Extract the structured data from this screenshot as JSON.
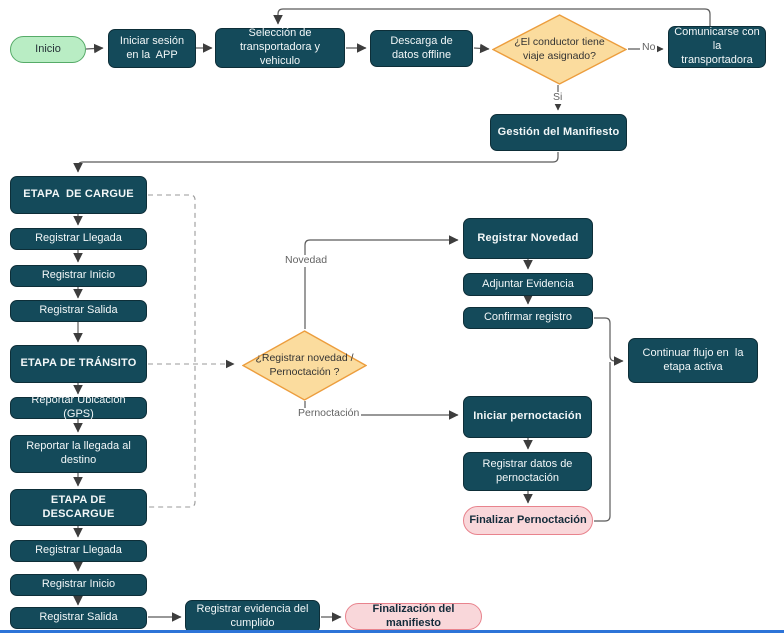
{
  "nodes": {
    "inicio": {
      "label": "Inicio",
      "type": "start"
    },
    "iniciar_sesion": {
      "label": "Iniciar sesión en la  APP",
      "type": "process"
    },
    "seleccion": {
      "label": "Selección de transportadora y vehiculo",
      "type": "process"
    },
    "descarga": {
      "label": "Descarga de datos offline",
      "type": "process"
    },
    "diamond_viaje": {
      "label": "¿El conductor tiene viaje asignado?",
      "type": "decision"
    },
    "comunicarse": {
      "label": "Comunicarse con la  transportadora",
      "type": "process"
    },
    "gestion": {
      "label": "Gestión del Manifiesto",
      "type": "stage"
    },
    "etapa_cargue": {
      "label": "ETAPA  DE CARGUE",
      "type": "stage"
    },
    "reg_llegada_1": {
      "label": "Registrar Llegada",
      "type": "process"
    },
    "reg_inicio_1": {
      "label": "Registrar Inicio",
      "type": "process"
    },
    "reg_salida_1": {
      "label": "Registrar Salida",
      "type": "process"
    },
    "etapa_transito": {
      "label": "ETAPA DE TRÁNSITO",
      "type": "stage"
    },
    "reportar_gps": {
      "label": "Reportar Ubicación (GPS)",
      "type": "process"
    },
    "reportar_llegada": {
      "label": "Reportar la llegada al destino",
      "type": "process"
    },
    "etapa_descargue": {
      "label": "ETAPA DE DESCARGUE",
      "type": "stage"
    },
    "reg_llegada_2": {
      "label": "Registrar Llegada",
      "type": "process"
    },
    "reg_inicio_2": {
      "label": "Registrar Inicio",
      "type": "process"
    },
    "reg_salida_2": {
      "label": "Registrar Salida",
      "type": "process"
    },
    "diamond_novedad": {
      "label": "¿Registrar novedad / Pernoctación ?",
      "type": "decision"
    },
    "reg_novedad": {
      "label": "Registrar Novedad",
      "type": "stage"
    },
    "adjuntar": {
      "label": "Adjuntar Evidencia",
      "type": "process"
    },
    "confirmar": {
      "label": "Confirmar registro",
      "type": "process"
    },
    "continuar": {
      "label": "Continuar flujo en  la etapa activa",
      "type": "process"
    },
    "iniciar_pern": {
      "label": "Iniciar pernoctación",
      "type": "stage"
    },
    "reg_datos_pern": {
      "label": "Registrar datos de pernoctación",
      "type": "process"
    },
    "finalizar_pern": {
      "label": "Finalizar Pernoctación",
      "type": "end"
    },
    "reg_evidencia": {
      "label": "Registrar evidencia del cumplido",
      "type": "process"
    },
    "finalizacion": {
      "label": "Finalización del manifiesto",
      "type": "end"
    }
  },
  "edge_labels": {
    "no": "No",
    "si": "Si",
    "novedad": "Novedad",
    "pernoctacion": "Pernoctación"
  },
  "colors": {
    "node_fill": "#144a5a",
    "node_border": "#0d2e38",
    "node_text": "#f2f7f8",
    "start_fill": "#b9edc4",
    "start_border": "#56ab68",
    "decision_fill": "#fbdc9e",
    "decision_border": "#ec9d3d",
    "end_fill": "#f9d7da",
    "end_border": "#e8838d",
    "end_text": "#132b3a",
    "connector": "#5b5b5b",
    "connector_dashed": "#9a9a9a",
    "label_text": "#636363",
    "window_edge": "#2d74d8"
  }
}
